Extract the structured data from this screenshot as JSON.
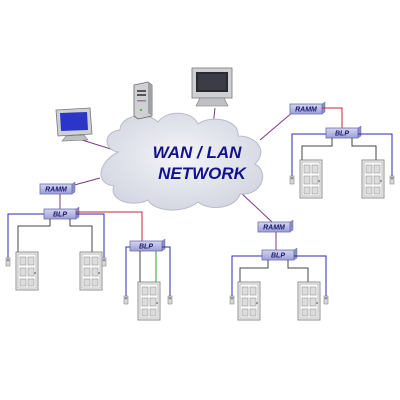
{
  "cloud": {
    "line1": "WAN / LAN",
    "line2": "NETWORK"
  },
  "devices": {
    "ramm_label": "RAMM",
    "blp_label": "BLP"
  },
  "colors": {
    "cloud_fill": "#e4e6ee",
    "box_fill": "#b7b9e3",
    "wire_blue": "#2a2ab0",
    "wire_red": "#c0283c",
    "wire_green": "#2aa02a",
    "link_purple": "#7a3a8a"
  },
  "icons": [
    "desktop-computer-icon",
    "server-tower-icon",
    "door-icon",
    "card-reader-icon"
  ]
}
